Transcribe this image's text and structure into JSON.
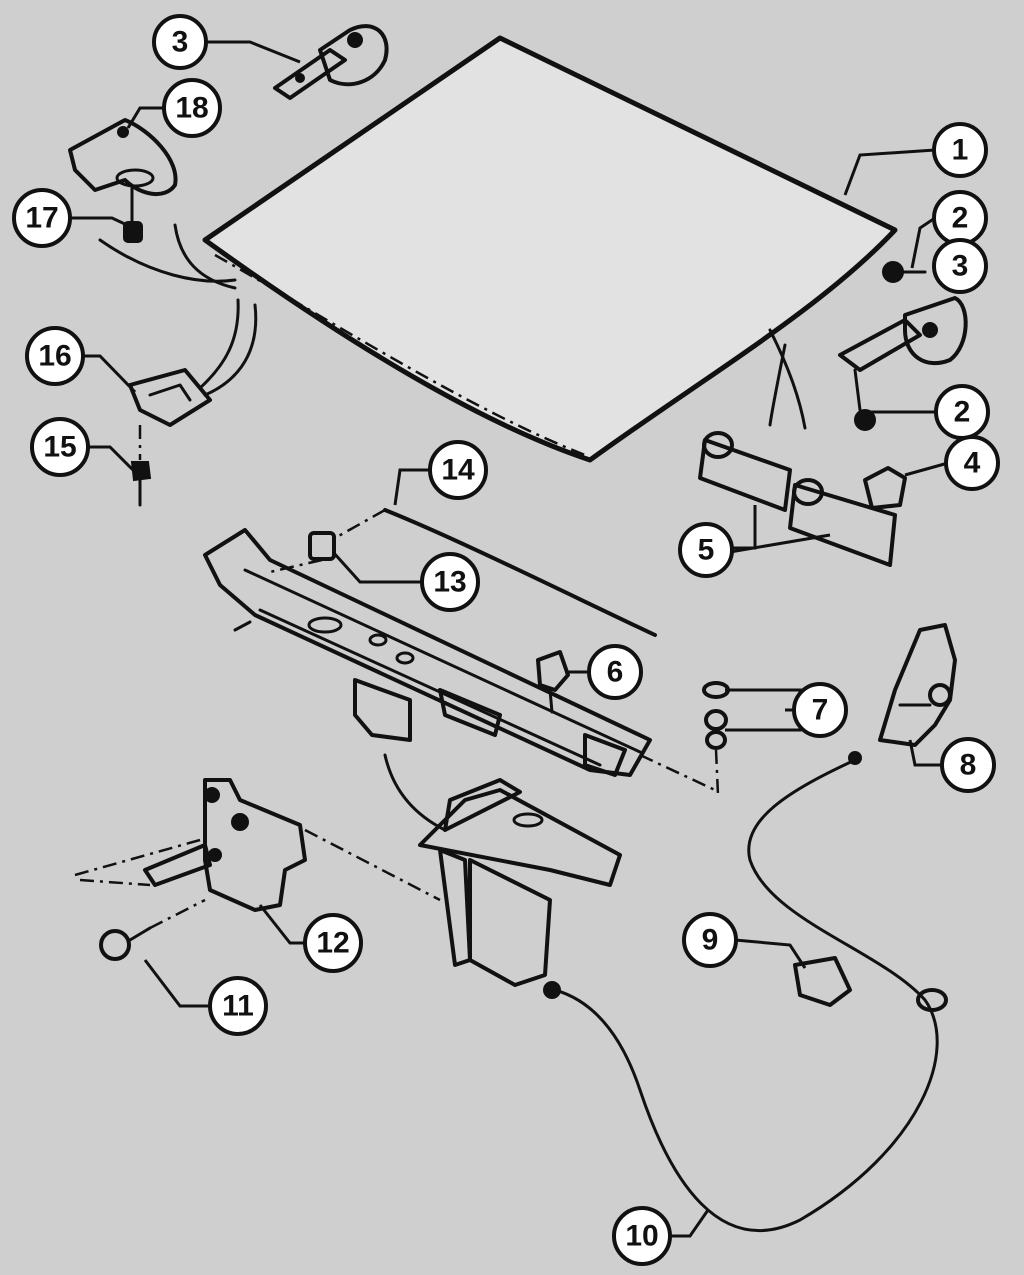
{
  "callouts": [
    {
      "label": "1"
    },
    {
      "label": "2"
    },
    {
      "label": "3"
    },
    {
      "label": "2"
    },
    {
      "label": "3"
    },
    {
      "label": "4"
    },
    {
      "label": "5"
    },
    {
      "label": "6"
    },
    {
      "label": "7"
    },
    {
      "label": "8"
    },
    {
      "label": "9"
    },
    {
      "label": "10"
    },
    {
      "label": "11"
    },
    {
      "label": "12"
    },
    {
      "label": "13"
    },
    {
      "label": "14"
    },
    {
      "label": "15"
    },
    {
      "label": "16"
    },
    {
      "label": "17"
    },
    {
      "label": "18"
    }
  ]
}
